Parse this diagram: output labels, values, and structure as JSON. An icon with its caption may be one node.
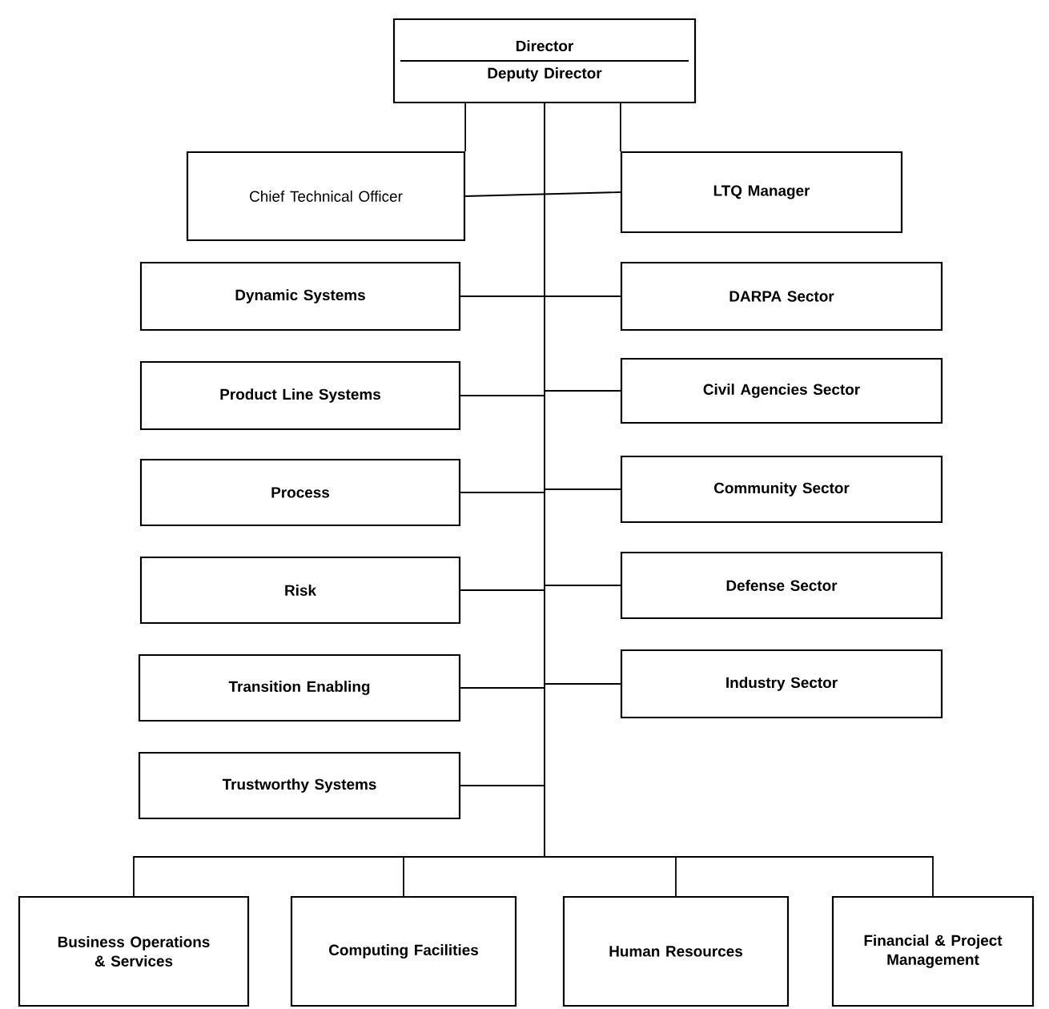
{
  "diagram": {
    "nodes": [
      {
        "text": [
          "Director",
          "Deputy Director"
        ]
      },
      {
        "text": [
          "Chief Technical Officer"
        ]
      },
      {
        "text": [
          "LTQ **Manager**"
        ]
      },
      {
        "text": [
          "Dynamic Systems"
        ]
      },
      {
        "text": [
          "Product Line Systems"
        ]
      },
      {
        "text": [
          "Process"
        ]
      },
      {
        "text": [
          "Risk"
        ]
      },
      {
        "text": [
          "Transition Enabling"
        ]
      },
      {
        "text": [
          "Trustworthy Systems"
        ]
      },
      {
        "text": [
          "DARPA Sector"
        ]
      },
      {
        "text": [
          "Civil Agencies Sector"
        ]
      },
      {
        "text": [
          "Community Sector"
        ]
      },
      {
        "text": [
          "Defense Sector"
        ]
      },
      {
        "text": [
          "Industry Sector"
        ]
      },
      {
        "text": [
          "Business Operations & Services"
        ]
      },
      {
        "text": [
          "Computing Facilities"
        ]
      },
      {
        "text": [
          "Human Resources"
        ]
      },
      {
        "text": [
          "Financial & Project Management"
        ]
      }
    ],
    "edges": [
      {
        "from": 0,
        "to": 1,
        "arrow": "none"
      },
      {
        "from": 0,
        "to": 2,
        "arrow": "none"
      },
      {
        "from": 1,
        "to": 2,
        "arrow": "none"
      },
      {
        "from": 0,
        "to": 3,
        "arrow": "none"
      },
      {
        "from": 0,
        "to": 4,
        "arrow": "none"
      },
      {
        "from": 0,
        "to": 5,
        "arrow": "none"
      },
      {
        "from": 0,
        "to": 6,
        "arrow": "none"
      },
      {
        "from": 0,
        "to": 7,
        "arrow": "none"
      },
      {
        "from": 0,
        "to": 8,
        "arrow": "none"
      },
      {
        "from": 0,
        "to": 9,
        "arrow": "none"
      },
      {
        "from": 0,
        "to": 10,
        "arrow": "none"
      },
      {
        "from": 0,
        "to": 11,
        "arrow": "none"
      },
      {
        "from": 0,
        "to": 12,
        "arrow": "none"
      },
      {
        "from": 0,
        "to": 13,
        "arrow": "none"
      },
      {
        "from": 0,
        "to": 14,
        "arrow": "none"
      },
      {
        "from": 0,
        "to": 15,
        "arrow": "none"
      },
      {
        "from": 0,
        "to": 16,
        "arrow": "none"
      },
      {
        "from": 0,
        "to": 17,
        "arrow": "none"
      }
    ]
  }
}
